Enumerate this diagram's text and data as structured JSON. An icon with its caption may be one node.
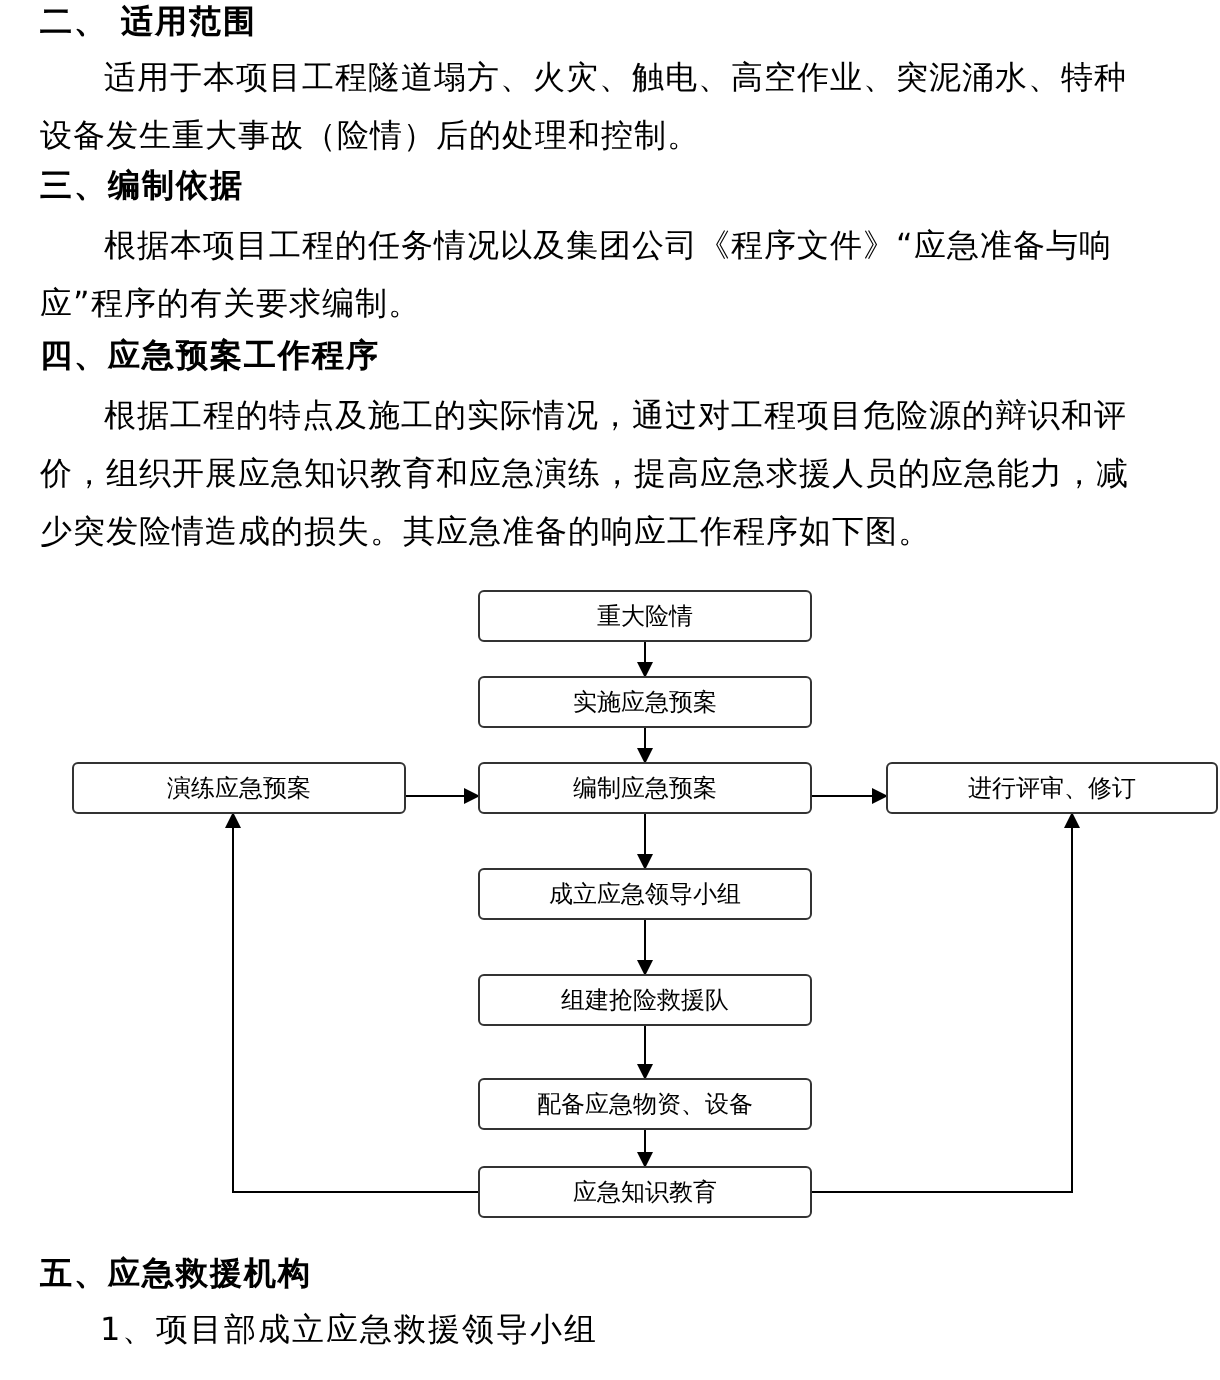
{
  "diagram": {
    "nodes": [
      {
        "text": [
          "重大险情"
        ]
      },
      {
        "text": [
          "实施应急预案"
        ]
      },
      {
        "text": [
          "演练应急预案"
        ]
      },
      {
        "text": [
          "编制应急预案"
        ]
      },
      {
        "text": [
          "进行评审、修订"
        ]
      },
      {
        "text": [
          "成立应急领导小组"
        ]
      },
      {
        "text": [
          "组建抢险救援队"
        ]
      },
      {
        "text": [
          "配备应急物资、设备"
        ]
      },
      {
        "text": [
          "应急知识教育"
        ]
      }
    ],
    "edges": [
      {
        "from": 0,
        "to": 1,
        "arrow": "to"
      },
      {
        "from": 1,
        "to": 3,
        "arrow": "to"
      },
      {
        "from": 2,
        "to": 3,
        "arrow": "to"
      },
      {
        "from": 3,
        "to": 4,
        "arrow": "to"
      },
      {
        "from": 3,
        "to": 5,
        "arrow": "to"
      },
      {
        "from": 5,
        "to": 6,
        "arrow": "to"
      },
      {
        "from": 6,
        "to": 7,
        "arrow": "to"
      },
      {
        "from": 7,
        "to": 8,
        "arrow": "to"
      },
      {
        "from": 8,
        "to": 2,
        "arrow": "to"
      },
      {
        "from": 8,
        "to": 4,
        "arrow": "to"
      }
    ],
    "labels": [
      "二、 适用范围",
      "适用于本项目工程隧道塌方、火灾、触电、高空作业、突泥涌水、特种设备发生重大事故（险情）后的处理和控制。",
      "三、编制依据",
      "根据本项目工程的任务情况以及集团公司《程序文件》“应急准备与响应”程序的有关要求编制。",
      "四、应急预案工作程序",
      "根据工程的特点及施工的实际情况，通过对工程项目危险源的辩识和评价，组织开展应急知识教育和应急演练，提高应急求援人员的应急能力，减少突发险情造成的损失。其应急准备的响应工作程序如下图。",
      "五、应急救援机构",
      "1、项目部成立应急救援领导小组"
    ]
  }
}
